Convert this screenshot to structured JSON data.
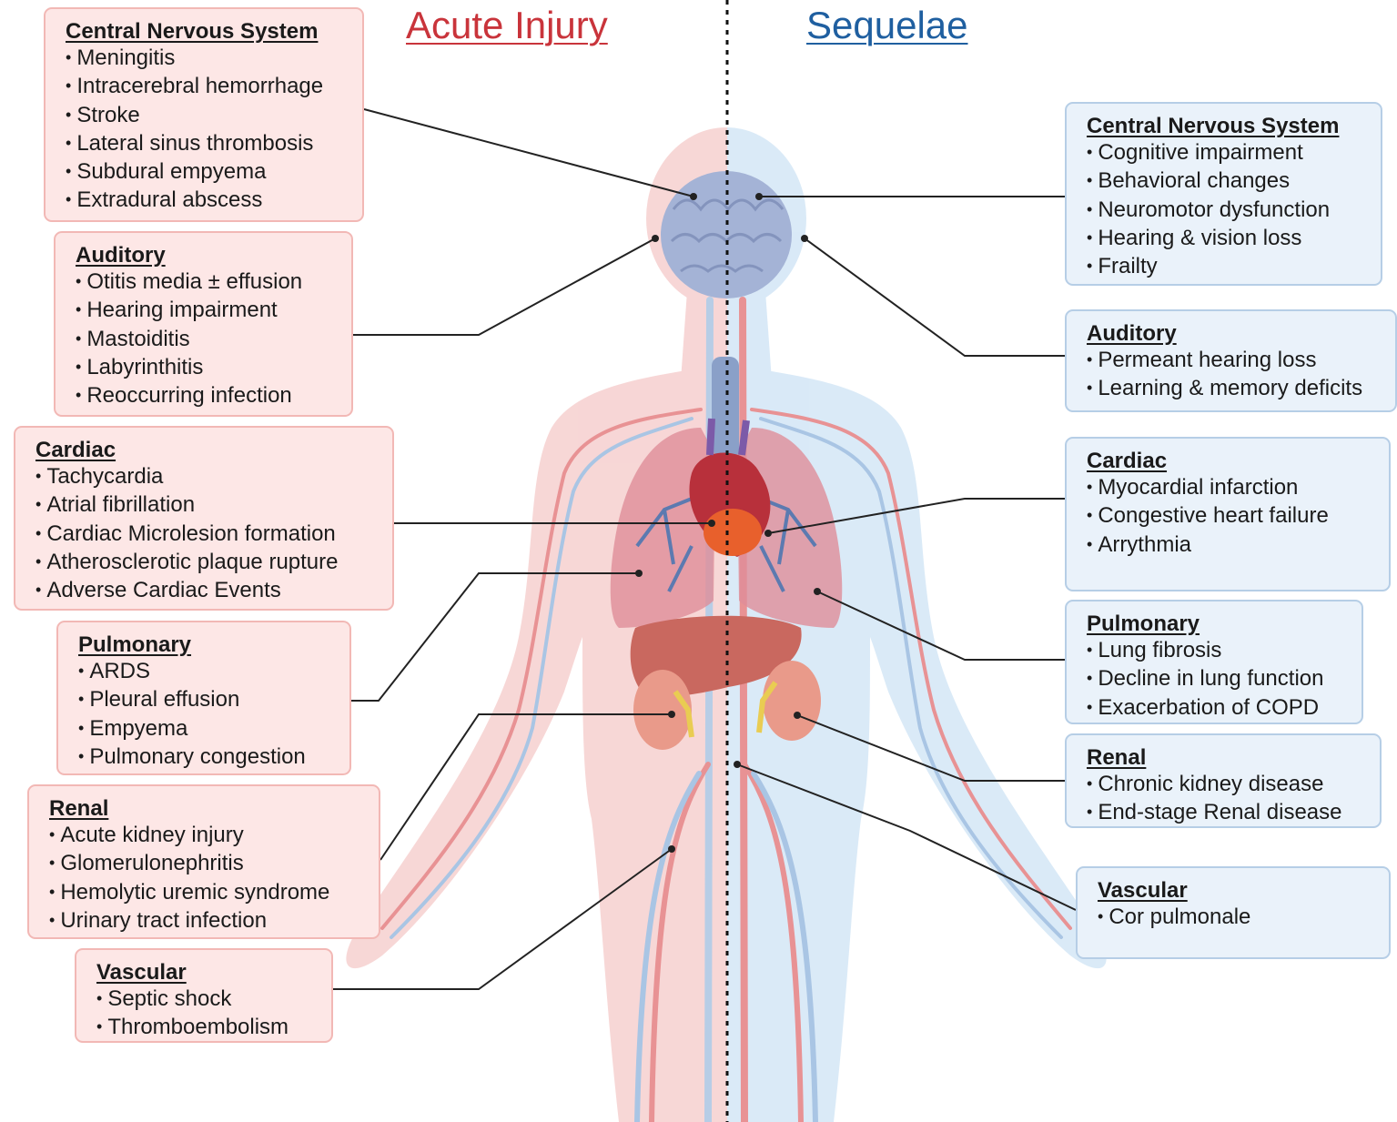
{
  "headings": {
    "acute": "Acute Injury",
    "sequelae": "Sequelae"
  },
  "colors": {
    "acute_text": "#c9343b",
    "sequelae_text": "#1f5fa0",
    "acute_box_fill": "#fde7e6",
    "acute_box_border": "#f2b8b5",
    "sequelae_box_fill": "#eaf2fa",
    "sequelae_box_border": "#b6cee6"
  },
  "acute": [
    {
      "title": "Central Nervous System",
      "items": [
        "Meningitis",
        "Intracerebral hemorrhage",
        "Stroke",
        "Lateral sinus thrombosis",
        "Subdural empyema",
        "Extradural abscess"
      ]
    },
    {
      "title": "Auditory",
      "items": [
        "Otitis media ± effusion",
        "Hearing impairment",
        "Mastoiditis",
        "Labyrinthitis",
        "Reoccurring infection"
      ]
    },
    {
      "title": "Cardiac",
      "items": [
        "Tachycardia",
        "Atrial fibrillation",
        "Cardiac Microlesion formation",
        "Atherosclerotic plaque rupture",
        "Adverse Cardiac Events"
      ]
    },
    {
      "title": "Pulmonary",
      "items": [
        "ARDS",
        "Pleural effusion",
        "Empyema",
        "Pulmonary congestion"
      ]
    },
    {
      "title": "Renal",
      "items": [
        "Acute kidney injury",
        "Glomerulonephritis",
        "Hemolytic uremic syndrome",
        "Urinary tract infection"
      ]
    },
    {
      "title": "Vascular",
      "items": [
        "Septic shock",
        "Thromboembolism"
      ]
    }
  ],
  "sequelae": [
    {
      "title": "Central Nervous System",
      "items": [
        "Cognitive impairment",
        "Behavioral changes",
        "Neuromotor dysfunction",
        "Hearing & vision loss",
        "Frailty"
      ]
    },
    {
      "title": "Auditory",
      "items": [
        "Permeant hearing loss",
        "Learning & memory deficits"
      ]
    },
    {
      "title": "Cardiac",
      "items": [
        "Myocardial infarction",
        "Congestive heart failure",
        "Arrythmia"
      ]
    },
    {
      "title": "Pulmonary",
      "items": [
        "Lung fibrosis",
        "Decline in lung function",
        "Exacerbation of COPD"
      ]
    },
    {
      "title": "Renal",
      "items": [
        "Chronic kidney disease",
        "End-stage Renal disease"
      ]
    },
    {
      "title": "Vascular",
      "items": [
        "Cor pulmonale"
      ]
    }
  ]
}
